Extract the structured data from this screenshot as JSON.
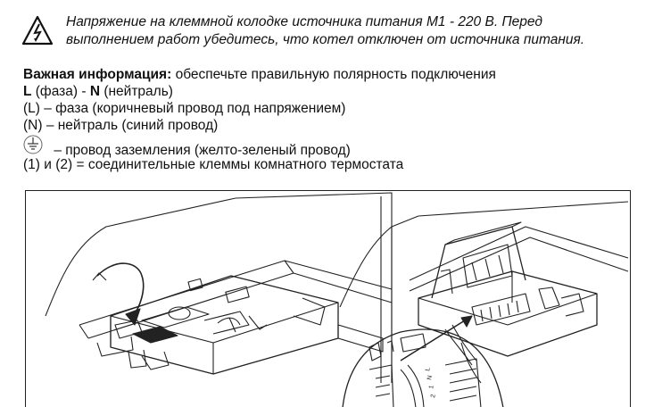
{
  "warning": {
    "icon": "high-voltage-warning-icon",
    "line1": "Напряжение на клеммной колодке источника питания М1 - 220 В. Перед",
    "line2": "выполнением работ убедитесь, что котел отключен от источника питания."
  },
  "info": {
    "important_label": "Важная информация:",
    "important_text": " обеспечьте правильную полярность подключения",
    "polarity_L": "L",
    "polarity_L_text": " (фаза) - ",
    "polarity_N": "N",
    "polarity_N_text": " (нейтраль)",
    "phase_line": "(L) – фаза (коричневый провод под напряжением)",
    "neutral_line": "(N) – нейтраль (синий провод)",
    "ground_icon": "ground-symbol-icon",
    "ground_line": "– провод заземления (желто-зеленый провод)",
    "thermostat_line": "(1) и (2) = соединительные клеммы комнатного термостата"
  },
  "figure": {
    "left_illustration": "boiler-control-box-closed-illustration",
    "right_illustration": "boiler-control-box-open-illustration",
    "terminal_labels": [
      "L",
      "N",
      "1",
      "2"
    ]
  }
}
